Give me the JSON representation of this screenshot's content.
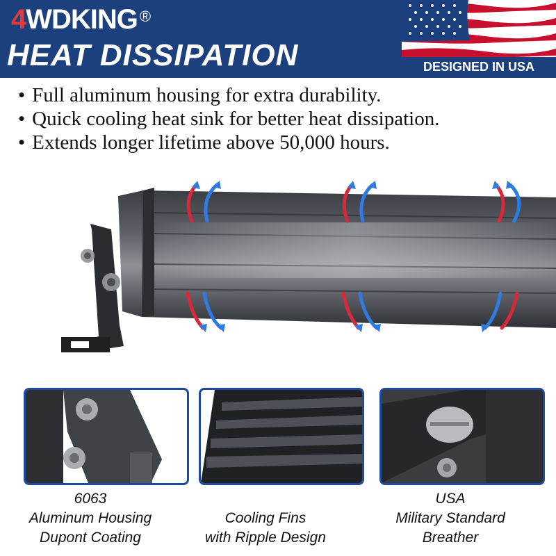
{
  "brand": {
    "number": "4",
    "name": "WDKING",
    "registered": "®"
  },
  "headline": "HEAT DISSIPATION",
  "flag": {
    "caption": "DESIGNED IN USA",
    "colors": {
      "red": "#c8102e",
      "white": "#ffffff",
      "blue": "#1c3f7e"
    }
  },
  "bullets": [
    "Full aluminum housing for extra durability.",
    "Quick cooling heat sink for better heat dissipation.",
    "Extends longer lifetime above 50,000 hours."
  ],
  "features": [
    {
      "lines": [
        "6063",
        "Aluminum Housing",
        "Dupont Coating"
      ]
    },
    {
      "lines": [
        "Cooling Fins",
        "with Ripple Design"
      ]
    },
    {
      "lines": [
        "USA",
        "Military Standard",
        "Breather"
      ]
    }
  ],
  "colors": {
    "banner": "#1c3f7e",
    "accent_red": "#e53a35",
    "airflow_hot": "#d8283a",
    "airflow_cool": "#2f7be0",
    "panel_border": "#1c4aa0"
  },
  "icons": {
    "airflow": "airflow-arrows-icon"
  }
}
